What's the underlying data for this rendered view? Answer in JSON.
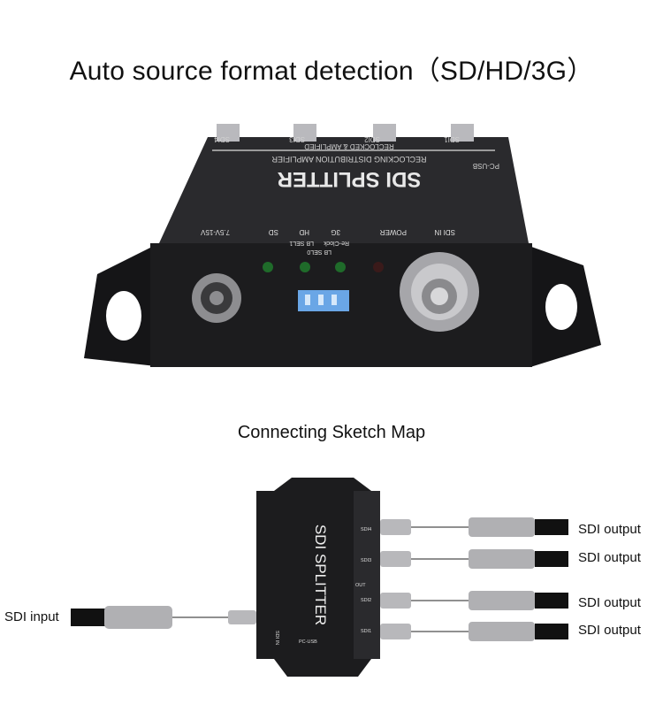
{
  "headline": "Auto source format detection（SD/HD/3G）",
  "photo": {
    "device_title": "SDI SPLITTER",
    "device_subtitle": "RECLOCKING DISTRIBUTION AMPLIFIER",
    "band_label": "RECLOCKED & AMPLIFIED",
    "ports_back": [
      "SDI1",
      "SDI2",
      "SDI3",
      "SDI4"
    ],
    "pc_usb": "PC-USB",
    "sdi_in": "SDI IN",
    "power_label": "POWER",
    "led_3g": "3G",
    "led_hd": "HD",
    "led_sd": "SD",
    "reclock": "Re-Clock",
    "lbsel0": "LB SEL0",
    "lbsel1": "LB SEL1",
    "voltage": "7.5V-15V"
  },
  "sketch": {
    "title": "Connecting Sketch Map",
    "device_title": "SDI SPLITTER",
    "input_label": "SDI input",
    "outputs": [
      "SDI output",
      "SDI output",
      "SDI output",
      "SDI output"
    ],
    "out_ports": [
      "SDI4",
      "SDI3",
      "SDI2",
      "SDI1"
    ],
    "out_label": "OUT",
    "sdi_in": "SDI IN",
    "pc_usb": "PC-USB"
  },
  "colors": {
    "device": "#1c1c1e",
    "led_green": "#1f6b2a",
    "dip_blue": "#6aa6e6"
  }
}
